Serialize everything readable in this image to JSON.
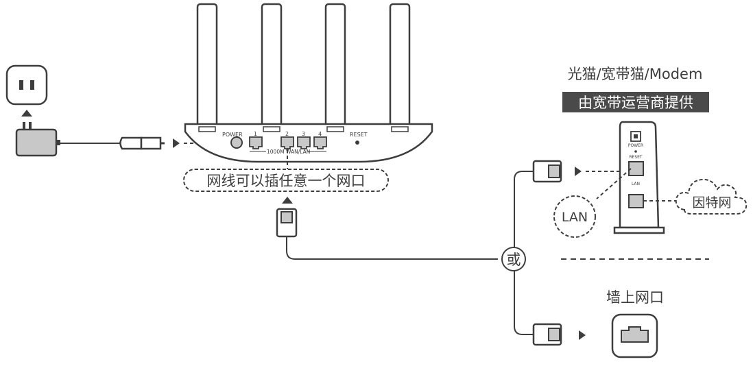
{
  "router": {
    "power_label": "POWER",
    "port_numbers": [
      "1",
      "2",
      "3",
      "4"
    ],
    "reset_label": "RESET",
    "port_group_label": "1000M WAN/LAN"
  },
  "callout_any_port": "网线可以插任意一个网口",
  "modem": {
    "title": "光猫/宽带猫/Modem",
    "subtitle": "由宽带运营商提供",
    "power_label": "POWER",
    "reset_label": "RESET",
    "lan_small_label": "LAN",
    "lan_bubble": "LAN",
    "internet_bubble": "因特网"
  },
  "or_label": "或",
  "wall": {
    "title": "墙上网口"
  },
  "colors": {
    "stroke": "#3d3d3d",
    "fill_gray": "#c8c8c8",
    "label_dark": "#3d3d3d"
  },
  "icons": [
    "power-outlet-icon",
    "power-adapter-icon",
    "router-icon",
    "ethernet-plug-icon",
    "modem-icon",
    "cloud-icon",
    "wall-socket-icon"
  ]
}
